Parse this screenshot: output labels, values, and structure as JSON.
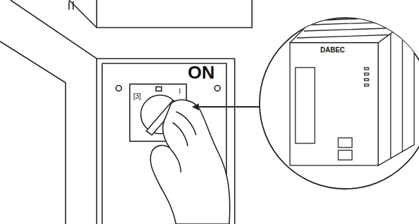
{
  "diagram": {
    "labels": [
      "ON",
      "[3]",
      "I",
      "DABEC"
    ]
  }
}
